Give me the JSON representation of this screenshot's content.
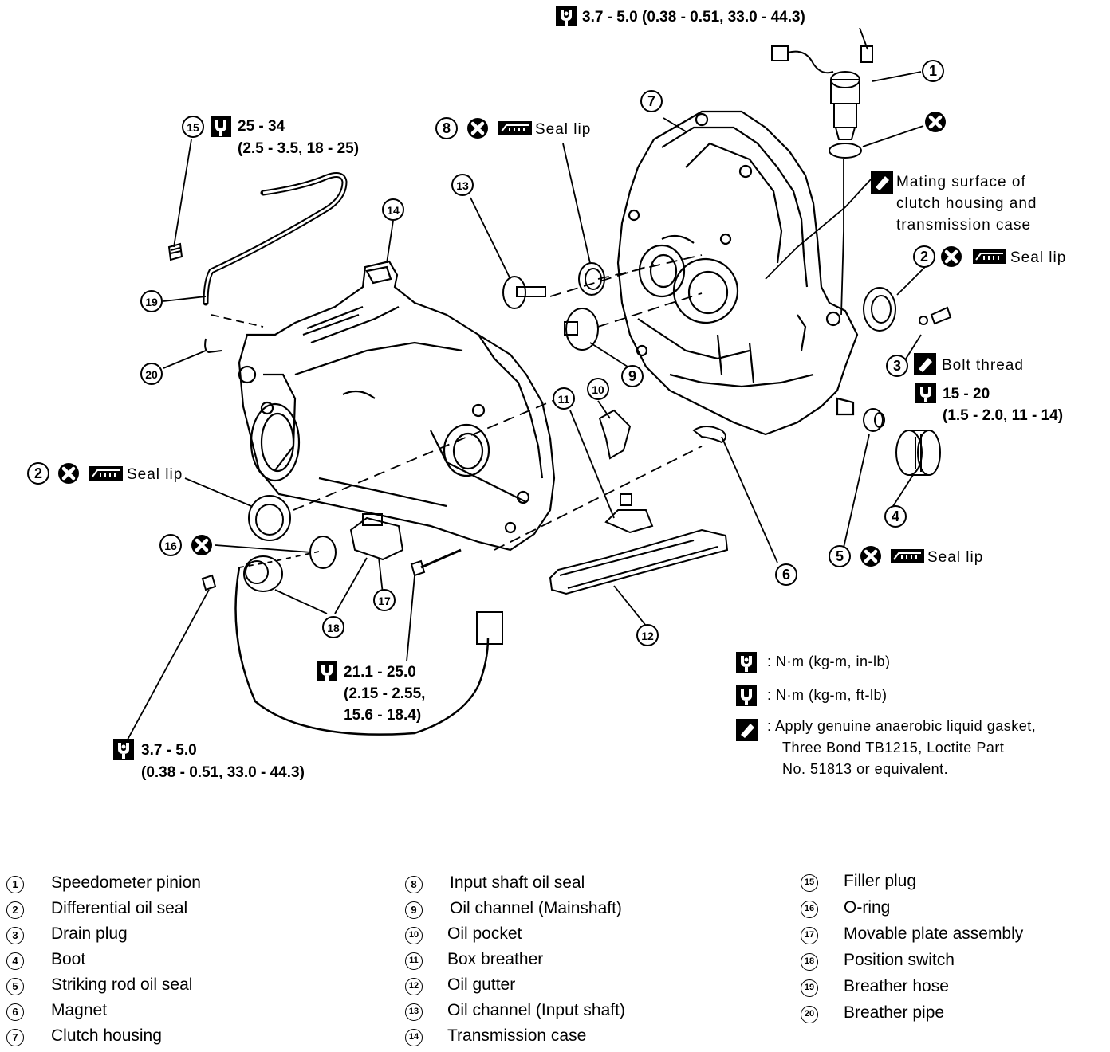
{
  "torques": {
    "t1": "3.7 - 5.0 (0.38 - 0.51, 33.0 - 44.3)",
    "t15a": "25 - 34",
    "t15b": "(2.5 - 3.5, 18 - 25)",
    "t3a": "15 - 20",
    "t3b": "(1.5 - 2.0, 11 - 14)",
    "t17a": "21.1 - 25.0",
    "t17b": "(2.15 - 2.55,",
    "t17c": "15.6 - 18.4)",
    "t18a": "3.7 - 5.0",
    "t18b": "(0.38 - 0.51, 33.0 - 44.3)"
  },
  "notes": {
    "seal_lip": "Seal lip",
    "bolt_thread": "Bolt thread",
    "mating_1": "Mating surface of",
    "mating_2": "clutch housing and",
    "mating_3": "transmission case"
  },
  "callouts": [
    "1",
    "2",
    "3",
    "4",
    "5",
    "6",
    "7",
    "8",
    "9",
    "10",
    "11",
    "12",
    "13",
    "14",
    "15",
    "16",
    "17",
    "18",
    "19",
    "20"
  ],
  "legend": {
    "inlb": ":  N·m (kg-m, in-lb)",
    "ftlb": ":  N·m (kg-m, ft-lb)",
    "gasket_1": ":  Apply genuine anaerobic liquid gasket,",
    "gasket_2": "Three Bond TB1215, Loctite Part",
    "gasket_3": "No. 51813 or equivalent."
  },
  "parts": [
    {
      "n": "1",
      "name": "Speedometer pinion"
    },
    {
      "n": "2",
      "name": "Differential oil seal"
    },
    {
      "n": "3",
      "name": "Drain plug"
    },
    {
      "n": "4",
      "name": "Boot"
    },
    {
      "n": "5",
      "name": "Striking rod oil seal"
    },
    {
      "n": "6",
      "name": "Magnet"
    },
    {
      "n": "7",
      "name": "Clutch housing"
    },
    {
      "n": "8",
      "name": "Input shaft oil seal"
    },
    {
      "n": "9",
      "name": "Oil channel (Mainshaft)"
    },
    {
      "n": "10",
      "name": "Oil pocket"
    },
    {
      "n": "11",
      "name": "Box breather"
    },
    {
      "n": "12",
      "name": "Oil gutter"
    },
    {
      "n": "13",
      "name": "Oil channel (Input shaft)"
    },
    {
      "n": "14",
      "name": "Transmission case"
    },
    {
      "n": "15",
      "name": "Filler plug"
    },
    {
      "n": "16",
      "name": "O-ring"
    },
    {
      "n": "17",
      "name": "Movable plate assembly"
    },
    {
      "n": "18",
      "name": "Position switch"
    },
    {
      "n": "19",
      "name": "Breather hose"
    },
    {
      "n": "20",
      "name": "Breather pipe"
    }
  ]
}
